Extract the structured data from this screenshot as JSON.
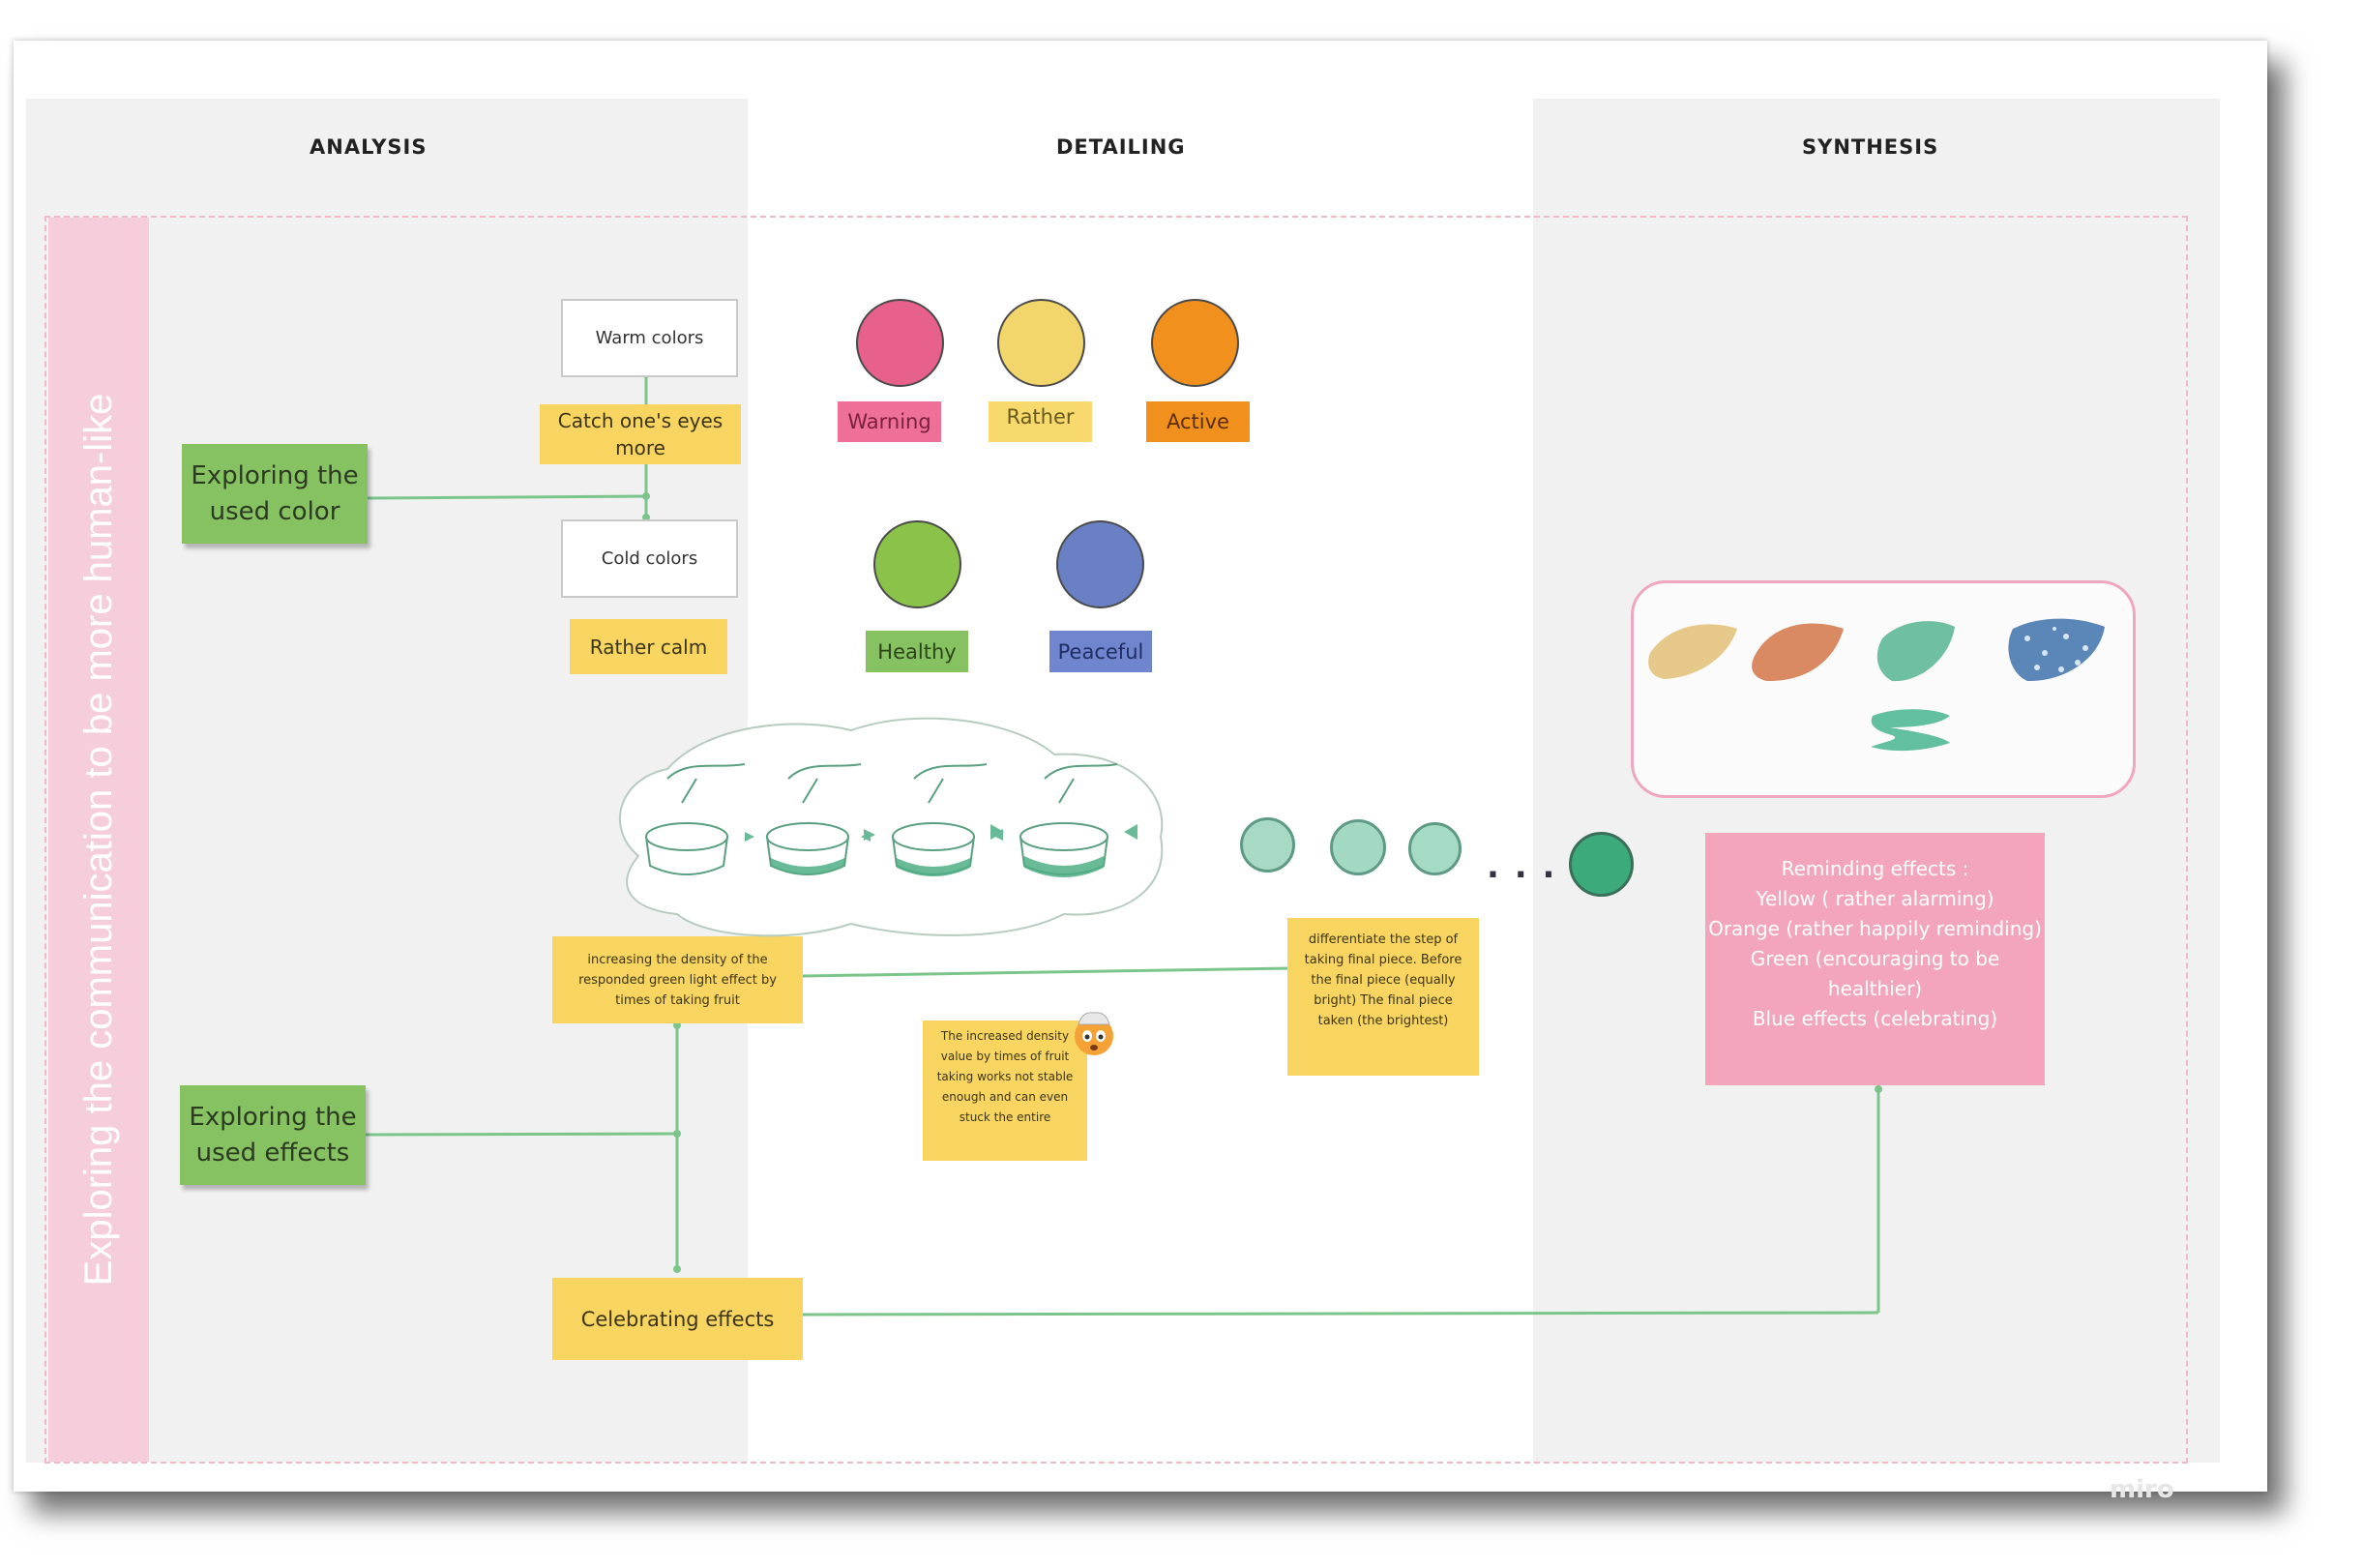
{
  "columns": {
    "analysis": "ANALYSIS",
    "detailing": "DETAILING",
    "synthesis": "SYNTHESIS"
  },
  "row_label": "Exploring the communication to be more human-like",
  "analysis": {
    "color_topic": "Exploring the used color",
    "warm": "Warm colors",
    "warm_note": "Catch one's eyes more",
    "cold": "Cold colors",
    "cold_note": "Rather calm",
    "effects_topic": "Exploring the used effects",
    "density_note": "increasing the density of the responded green light effect by times of taking fruit",
    "celebrating": "Celebrating effects"
  },
  "detailing": {
    "color_tags": [
      {
        "label": "Warning",
        "fill": "#e8608c",
        "tag": "#ee6f98"
      },
      {
        "label": "Rather",
        "fill": "#f2d66b",
        "tag": "#f7d96d"
      },
      {
        "label": "Active",
        "fill": "#f2901e",
        "tag": "#f2901e"
      },
      {
        "label": "Healthy",
        "fill": "#8bc34a",
        "tag": "#86c262"
      },
      {
        "label": "Peaceful",
        "fill": "#6a80c4",
        "tag": "#6f86cf"
      }
    ],
    "unstable_note": "The increased density value by times of fruit taking works not stable enough and can even stuck the entire",
    "final_piece_note": "differentiate the step of taking final piece. Before the final piece (equally bright) The final piece taken (the brightest)",
    "ellipsis": ". . ."
  },
  "synthesis": {
    "reminding_lines": [
      "Reminding effects :",
      "Yellow ( rather alarming)",
      "Orange (rather happily reminding)",
      "Green (encouraging to be healthier)",
      "Blue effects (celebrating)"
    ],
    "swatch_colors": [
      "#e6c88a",
      "#d98a62",
      "#6fbfa2",
      "#5b86b8",
      "#62c0a0"
    ]
  },
  "watermark": "miro"
}
